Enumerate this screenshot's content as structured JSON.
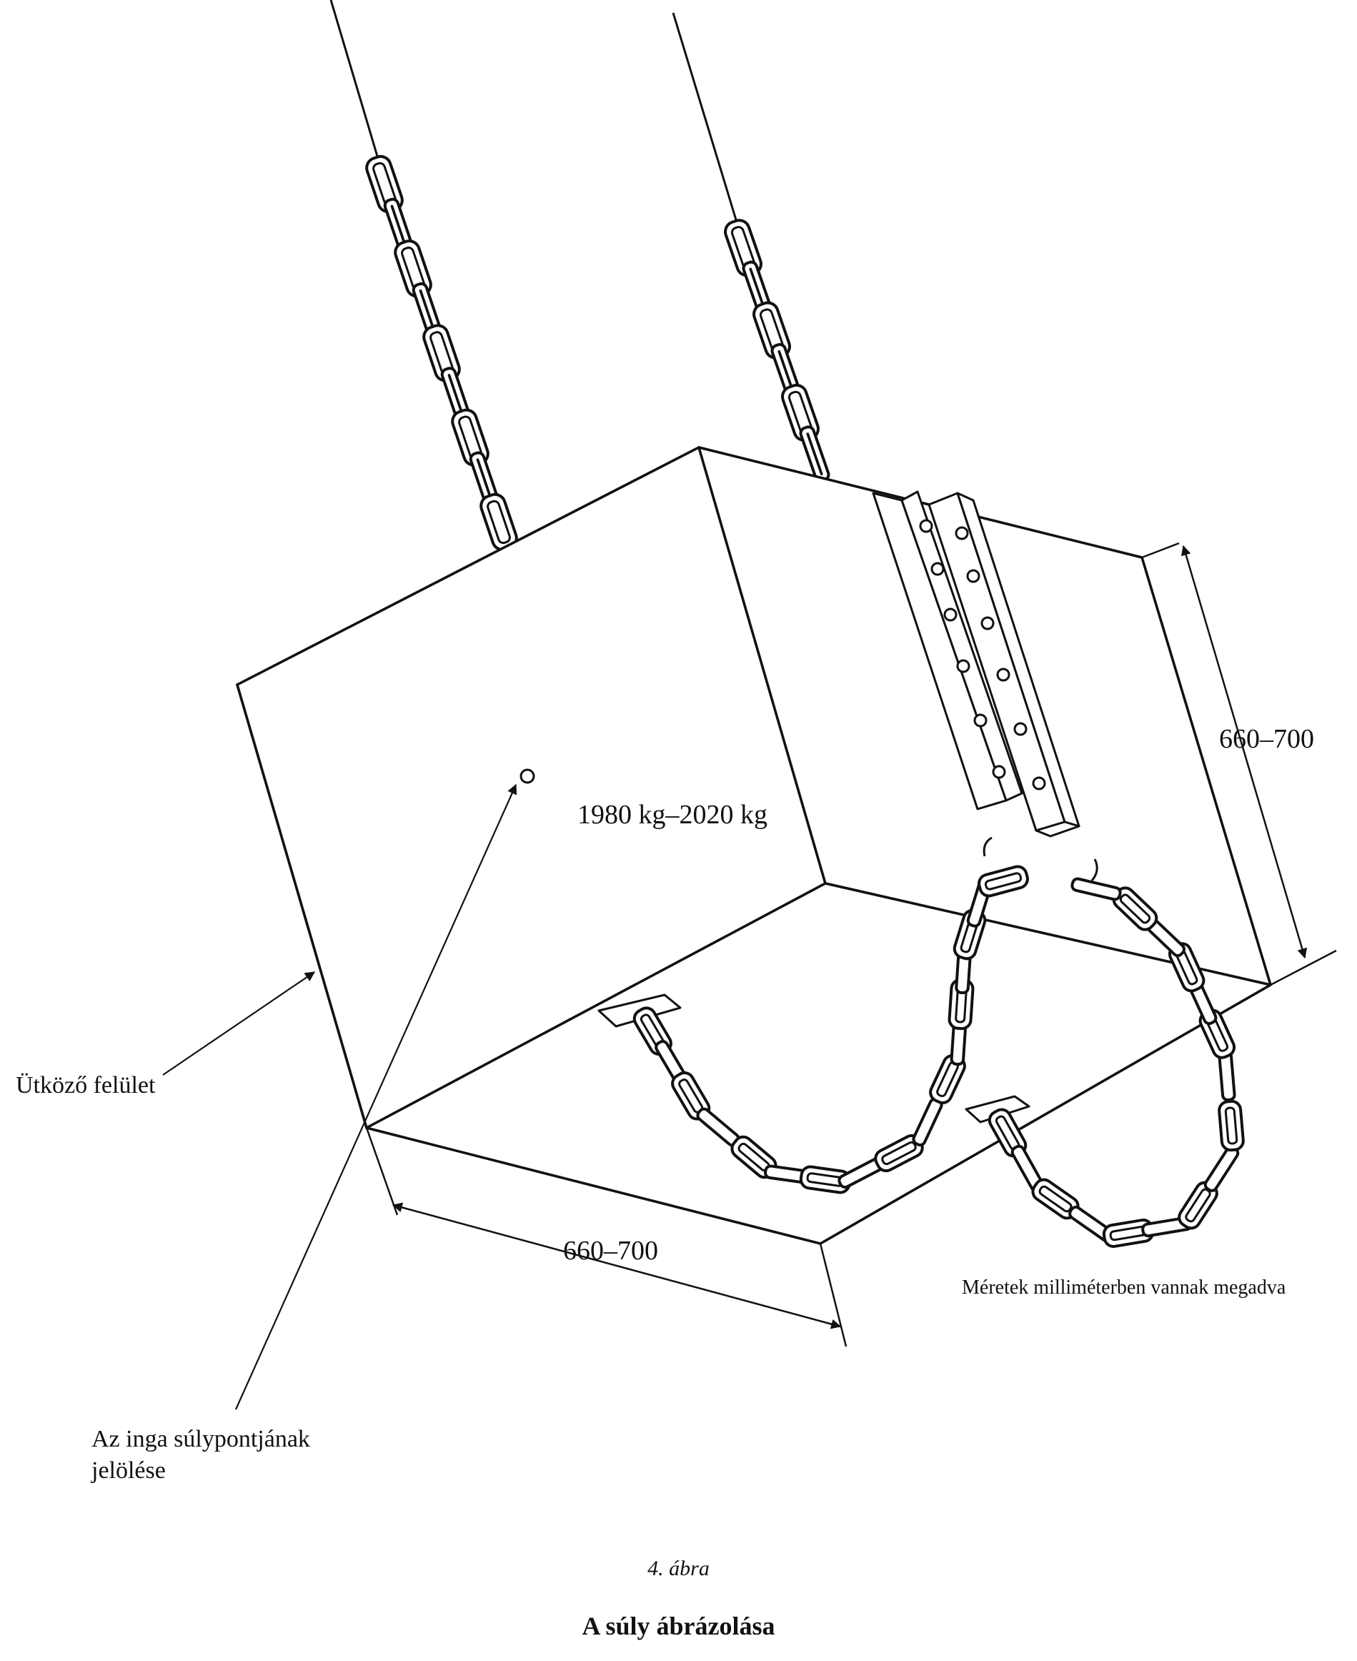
{
  "labels": {
    "mass": "1980 kg–2020 kg",
    "height": "660–700",
    "width": "660–700",
    "impact_surface": "Ütköző felület",
    "cog_line1": "Az inga súlypontjának",
    "cog_line2": "jelölése",
    "units_note": "Méretek milliméterben vannak megadva",
    "figure_number": "4. ábra",
    "figure_title": "A súly ábrázolása"
  },
  "colors": {
    "ink": "#111111",
    "paper": "#ffffff"
  }
}
